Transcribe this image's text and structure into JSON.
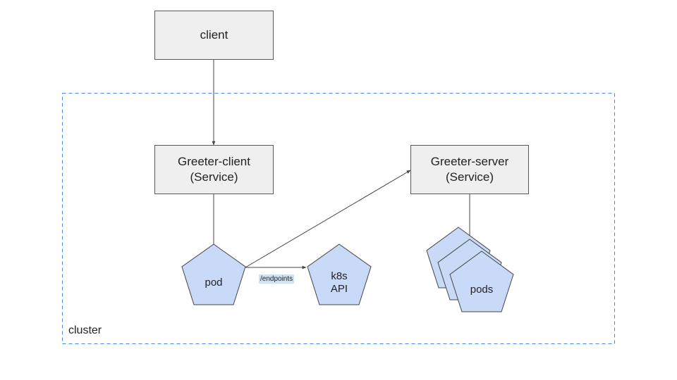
{
  "client": {
    "label": "client"
  },
  "cluster": {
    "label": "cluster"
  },
  "greeter_client": {
    "name": "Greeter-client",
    "kind": "(Service)"
  },
  "greeter_server": {
    "name": "Greeter-server",
    "kind": "(Service)"
  },
  "pod": {
    "label": "pod"
  },
  "k8s_api": {
    "line1": "k8s",
    "line2": "API"
  },
  "pods": {
    "label": "pods"
  },
  "edge_label": {
    "text": "/endpoints"
  },
  "colors": {
    "box_fill": "#efefef",
    "pentagon_fill": "#c9daf8",
    "cluster_border": "#4a86e8",
    "endpoint_highlight": "#cfe2f3"
  }
}
